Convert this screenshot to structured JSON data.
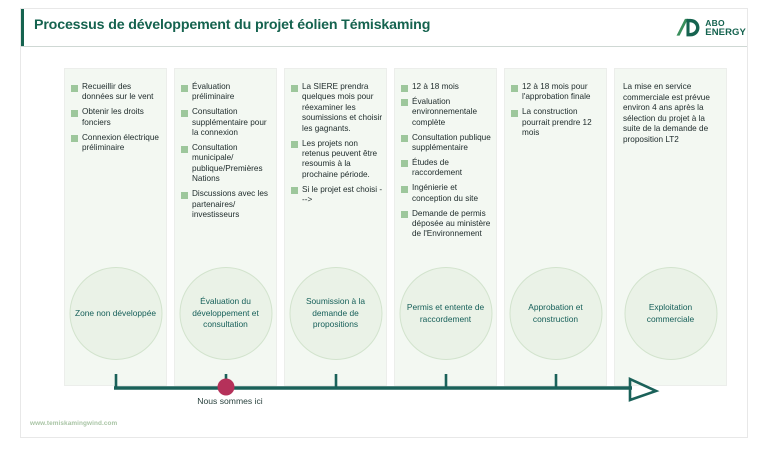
{
  "header": {
    "title": "Processus de développement du projet éolien Témiskaming",
    "logo": {
      "line1": "ABO",
      "line2": "ENERGY"
    }
  },
  "colors": {
    "brand_green": "#15634f",
    "panel_bg": "#f3f8f2",
    "circle_bg": "#eaf2e7",
    "circle_border": "#d2e3cd",
    "bullet_square": "#9dc79c",
    "timeline": "#1a6159",
    "marker_dot": "#b5315a",
    "url_text": "#a8c4a4"
  },
  "stages": [
    {
      "id": "zone-non-developpee",
      "circle_label": "Zone non développée",
      "bullets": [
        "Recueillir des données sur le vent",
        "Obtenir les droits fonciers",
        "Connexion électrique préliminaire"
      ]
    },
    {
      "id": "evaluation-developpement-consultation",
      "circle_label": "Évaluation du développement et consultation",
      "bullets": [
        "Évaluation préliminaire",
        "Consultation supplémentaire pour la connexion",
        "Consultation municipale/ publique/Premières Nations",
        "Discussions avec les partenaires/ investisseurs"
      ]
    },
    {
      "id": "soumission-demande-propositions",
      "circle_label": "Soumission à la demande de propositions",
      "bullets": [
        "La SIERE prendra quelques mois pour réexaminer les soumissions et choisir les gagnants.",
        "Les projets non retenus peuvent être resoumis à la prochaine période.",
        "Si le projet est choisi --->"
      ]
    },
    {
      "id": "permis-entente-raccordement",
      "circle_label": "Permis et entente de raccordement",
      "bullets": [
        "12 à 18 mois",
        "Évaluation environnementale complète",
        "Consultation publique supplémentaire",
        "Études de raccordement",
        "Ingénierie et conception du site",
        "Demande de permis déposée au ministère de l'Environnement"
      ]
    },
    {
      "id": "approbation-construction",
      "circle_label": "Approbation et construction",
      "bullets": [
        "12 à 18 mois pour l'approbation finale",
        "La construction pourrait prendre 12 mois"
      ]
    },
    {
      "id": "exploitation-commerciale",
      "circle_label": "Exploitation commerciale",
      "paragraph": "La mise en service commerciale est prévue environ 4 ans après la sélection du projet à la suite de la demande de proposition LT2"
    }
  ],
  "timeline": {
    "marker_label": "Nous sommes ici",
    "marker_stage_index": 1
  },
  "footer": {
    "url": "www.temiskamingwind.com"
  }
}
